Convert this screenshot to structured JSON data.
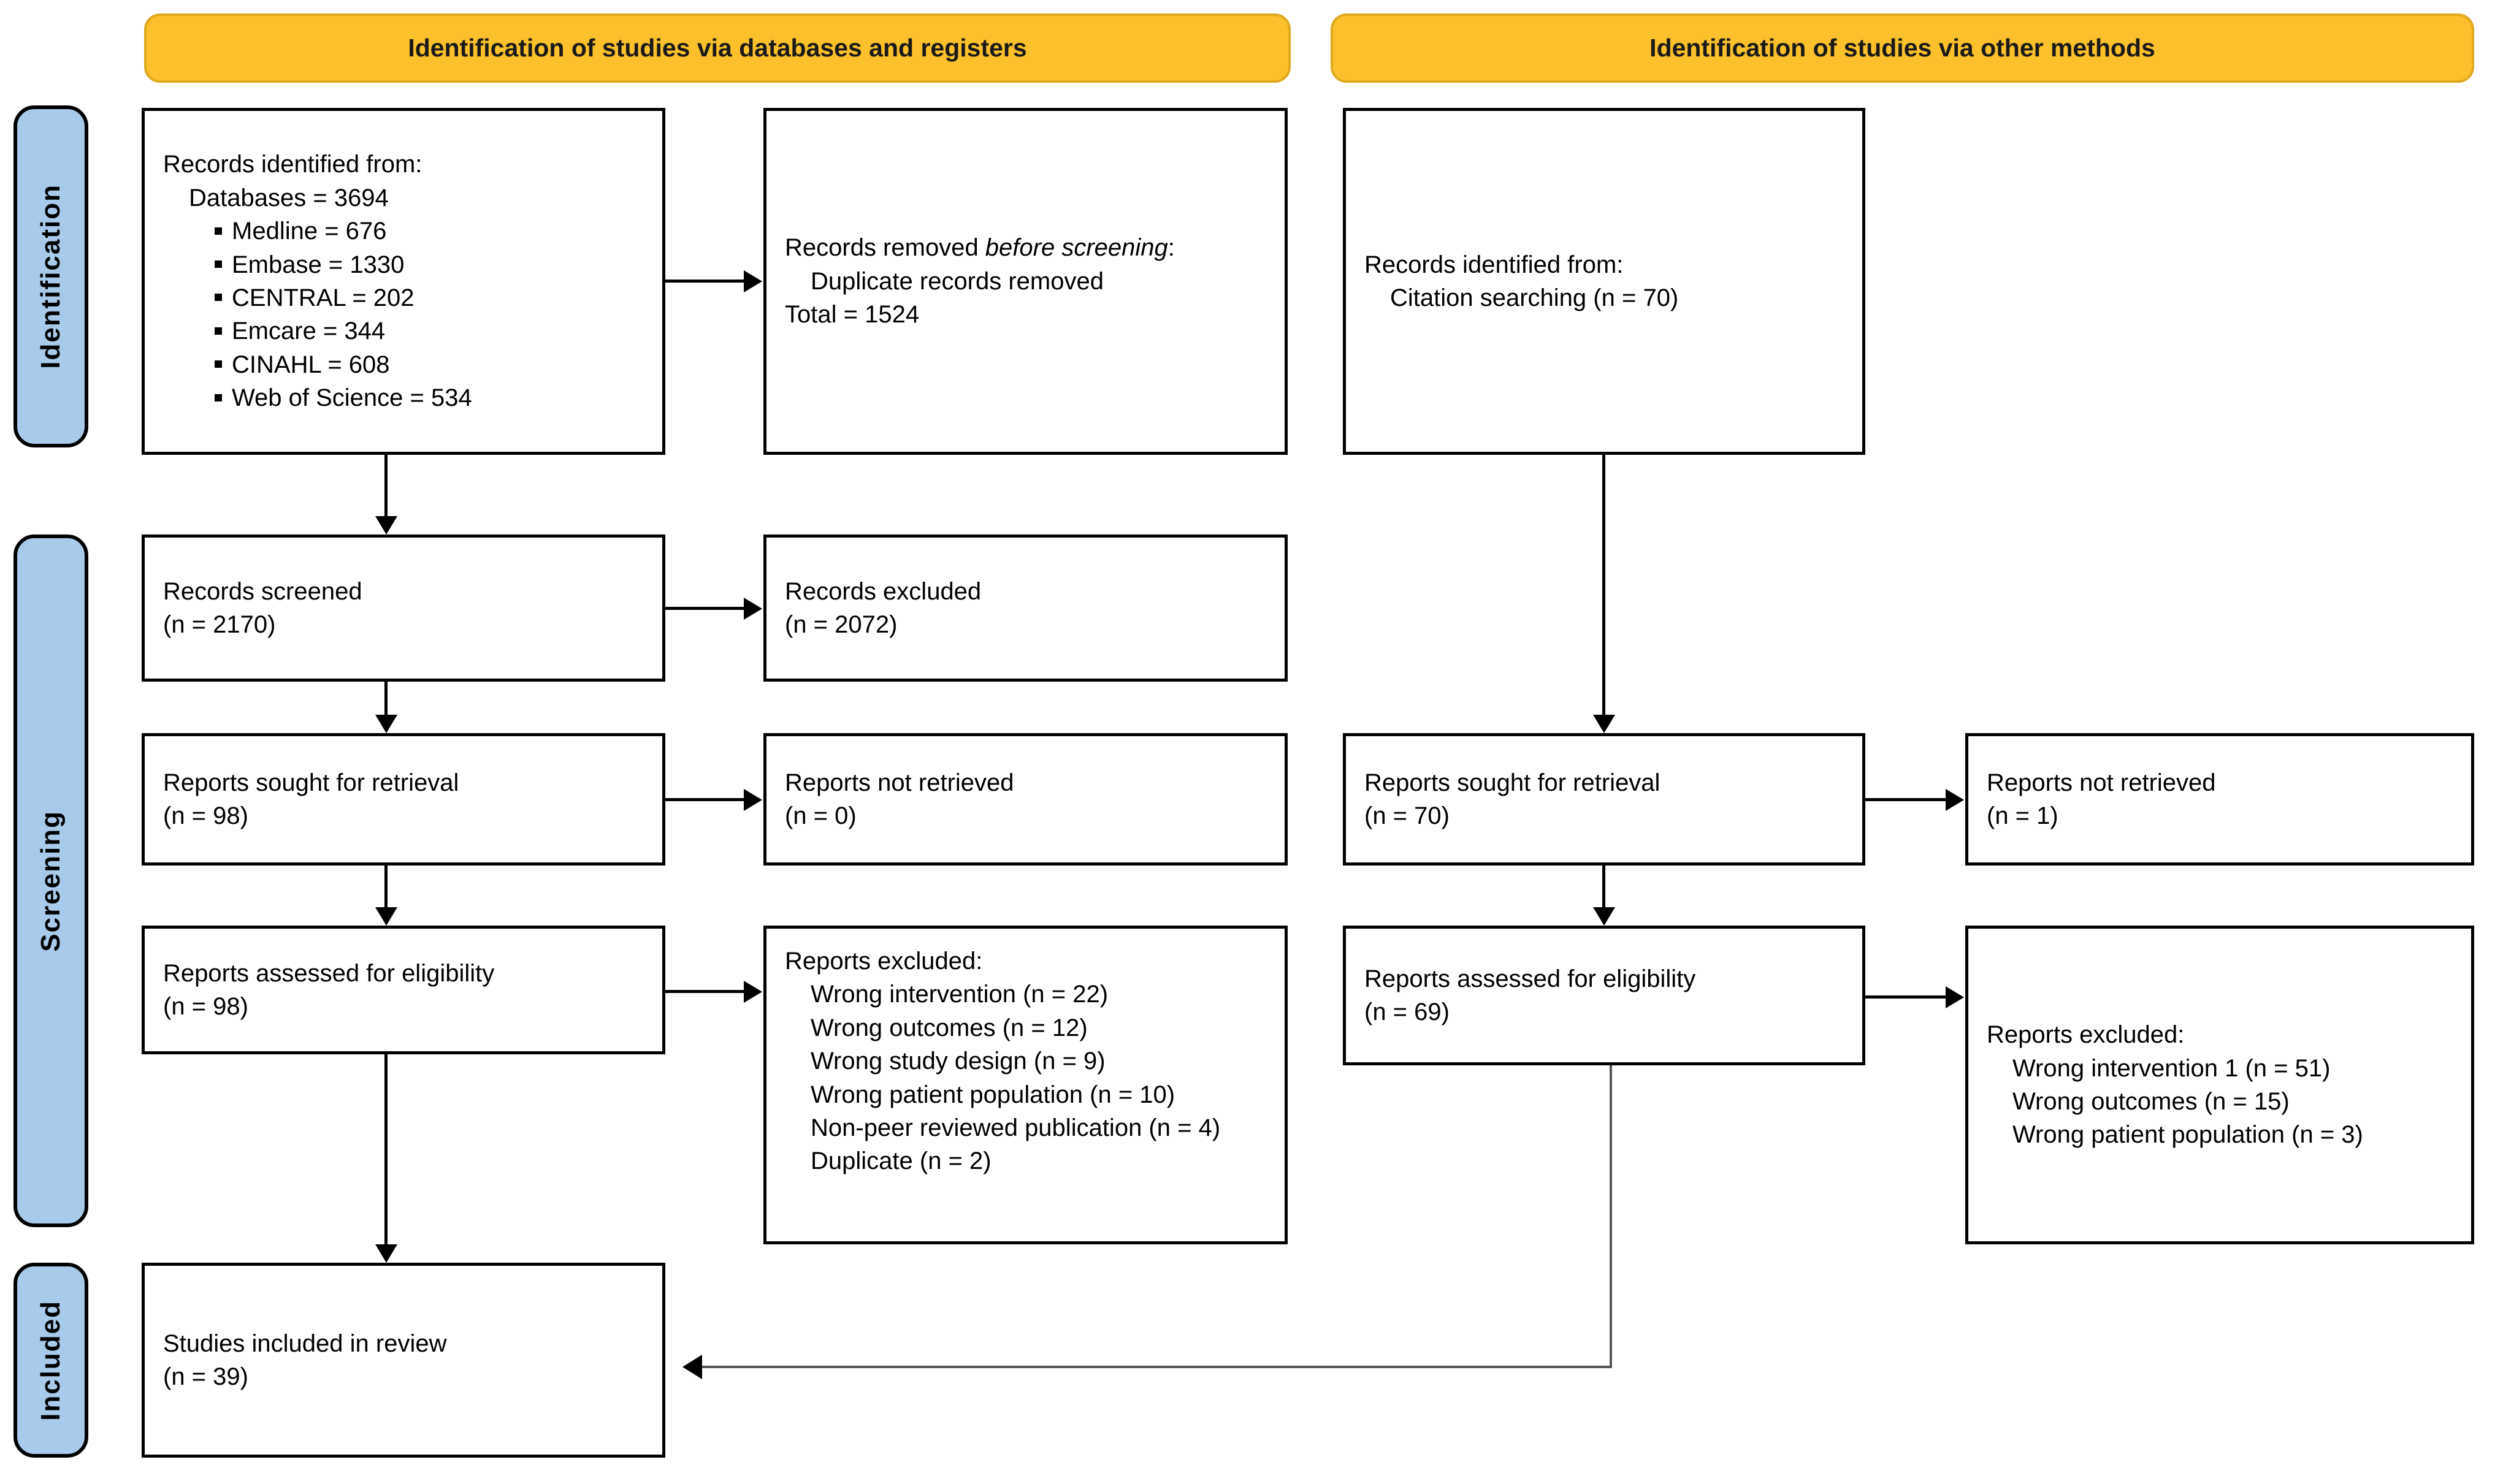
{
  "diagram": {
    "type": "PRISMA 2020 flow diagram",
    "colors": {
      "banner_fill": "#FBC02B",
      "banner_border": "#E0A91E",
      "phase_fill": "#A9CBEB",
      "box_border": "#000000",
      "background": "#FFFFFF"
    }
  },
  "banners": [
    {
      "id": "databases",
      "label": "Identification of studies via databases and registers"
    },
    {
      "id": "other",
      "label": "Identification of studies via other methods"
    }
  ],
  "phases": [
    {
      "id": "identification",
      "label": "Identification"
    },
    {
      "id": "screening",
      "label": "Screening"
    },
    {
      "id": "included",
      "label": "Included"
    }
  ],
  "boxes": {
    "records_identified": {
      "lines": [
        "Records identified from:",
        "Databases = 3694",
        "Medline = 676",
        "Embase = 1330",
        "CENTRAL = 202",
        "Emcare = 344",
        "CINAHL = 608",
        "Web of Science = 534"
      ]
    },
    "records_removed": {
      "line1_pre": "Records removed ",
      "line1_italic": "before screening",
      "line1_post": ":",
      "line2": "Duplicate records removed",
      "line3": "Total = 1524"
    },
    "records_identified_other": {
      "line1": "Records identified from:",
      "line2": "Citation searching (n = 70)"
    },
    "records_screened": {
      "line1": "Records screened",
      "line2": "(n = 2170)"
    },
    "records_excluded": {
      "line1": "Records excluded",
      "line2": "(n = 2072)"
    },
    "reports_sought_left": {
      "line1": "Reports sought for retrieval",
      "line2": "(n = 98)"
    },
    "reports_not_retrieved_left": {
      "line1": "Reports not retrieved",
      "line2": "(n = 0)"
    },
    "reports_sought_right": {
      "line1": "Reports sought for retrieval",
      "line2": "(n = 70)"
    },
    "reports_not_retrieved_right": {
      "line1": "Reports not retrieved",
      "line2": "(n = 1)"
    },
    "reports_assessed_left": {
      "line1": "Reports assessed for eligibility",
      "line2": "(n = 98)"
    },
    "reports_excluded_left": {
      "header": "Reports excluded:",
      "items": [
        "Wrong intervention (n = 22)",
        "Wrong outcomes (n = 12)",
        "Wrong study design (n = 9)",
        "Wrong patient population (n = 10)",
        "Non-peer reviewed publication (n = 4)",
        "Duplicate (n = 2)"
      ]
    },
    "reports_assessed_right": {
      "line1": "Reports assessed for eligibility",
      "line2": "(n = 69)"
    },
    "reports_excluded_right": {
      "header": "Reports excluded:",
      "items": [
        "Wrong intervention 1 (n = 51)",
        "Wrong outcomes (n = 15)",
        "Wrong patient population (n = 3)"
      ]
    },
    "studies_included": {
      "line1": "Studies included in review",
      "line2": "(n = 39)"
    }
  },
  "chart_data": {
    "type": "table",
    "title": "PRISMA 2020 flow of information through the review",
    "nodes": [
      {
        "id": "records_identified_databases",
        "stage": "Identification",
        "arm": "databases",
        "label": "Records identified from databases",
        "n": 3694,
        "breakdown": {
          "Medline": 676,
          "Embase": 1330,
          "CENTRAL": 202,
          "Emcare": 344,
          "CINAHL": 608,
          "Web of Science": 534
        }
      },
      {
        "id": "records_removed_before_screening",
        "stage": "Identification",
        "arm": "databases",
        "label": "Duplicate records removed, total",
        "n": 1524
      },
      {
        "id": "records_identified_other",
        "stage": "Identification",
        "arm": "other",
        "label": "Citation searching",
        "n": 70
      },
      {
        "id": "records_screened",
        "stage": "Screening",
        "arm": "databases",
        "label": "Records screened",
        "n": 2170
      },
      {
        "id": "records_excluded",
        "stage": "Screening",
        "arm": "databases",
        "label": "Records excluded",
        "n": 2072
      },
      {
        "id": "reports_sought_databases",
        "stage": "Screening",
        "arm": "databases",
        "label": "Reports sought for retrieval",
        "n": 98
      },
      {
        "id": "reports_not_retrieved_databases",
        "stage": "Screening",
        "arm": "databases",
        "label": "Reports not retrieved",
        "n": 0
      },
      {
        "id": "reports_assessed_databases",
        "stage": "Screening",
        "arm": "databases",
        "label": "Reports assessed for eligibility",
        "n": 98
      },
      {
        "id": "reports_excluded_databases",
        "stage": "Screening",
        "arm": "databases",
        "label": "Reports excluded",
        "breakdown": {
          "Wrong intervention": 22,
          "Wrong outcomes": 12,
          "Wrong study design": 9,
          "Wrong patient population": 10,
          "Non-peer reviewed publication": 4,
          "Duplicate": 2
        }
      },
      {
        "id": "reports_sought_other",
        "stage": "Screening",
        "arm": "other",
        "label": "Reports sought for retrieval",
        "n": 70
      },
      {
        "id": "reports_not_retrieved_other",
        "stage": "Screening",
        "arm": "other",
        "label": "Reports not retrieved",
        "n": 1
      },
      {
        "id": "reports_assessed_other",
        "stage": "Screening",
        "arm": "other",
        "label": "Reports assessed for eligibility",
        "n": 69
      },
      {
        "id": "reports_excluded_other",
        "stage": "Screening",
        "arm": "other",
        "label": "Reports excluded",
        "breakdown": {
          "Wrong intervention 1": 51,
          "Wrong outcomes": 15,
          "Wrong patient population": 3
        }
      },
      {
        "id": "studies_included",
        "stage": "Included",
        "arm": "both",
        "label": "Studies included in review",
        "n": 39
      }
    ]
  }
}
